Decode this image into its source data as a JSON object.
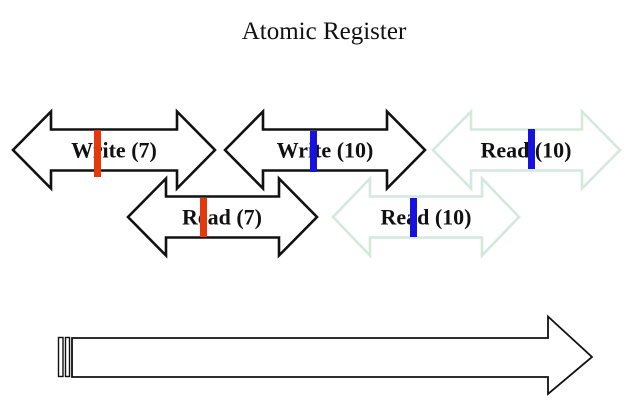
{
  "title": "Atomic Register",
  "colors": {
    "black_outline": "#111111",
    "pale_outline": "#d4e8dc",
    "red_marker": "#e5380c",
    "blue_marker": "#1812e0"
  },
  "operations": [
    {
      "label": "Write (7)",
      "row": 1,
      "outline": "black",
      "marker": "red"
    },
    {
      "label": "Write (10)",
      "row": 1,
      "outline": "black",
      "marker": "blue"
    },
    {
      "label": "Read (10)",
      "row": 1,
      "outline": "pale",
      "marker": "blue"
    },
    {
      "label": "Read (7)",
      "row": 2,
      "outline": "black",
      "marker": "red"
    },
    {
      "label": "Read (10)",
      "row": 2,
      "outline": "pale",
      "marker": "blue"
    }
  ]
}
